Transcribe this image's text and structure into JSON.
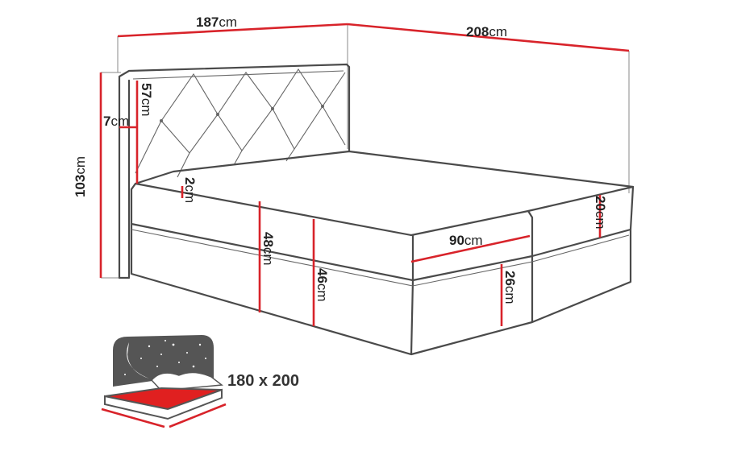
{
  "dimensions": {
    "width": {
      "value": "187",
      "unit": "cm"
    },
    "length": {
      "value": "208",
      "unit": "cm"
    },
    "total_height": {
      "value": "103",
      "unit": "cm"
    },
    "headboard_height": {
      "value": "57",
      "unit": "cm"
    },
    "headboard_depth": {
      "value": "7",
      "unit": "cm"
    },
    "topper_thickness": {
      "value": "2",
      "unit": "cm"
    },
    "mattress_height_side": {
      "value": "20",
      "unit": "cm"
    },
    "mattress_width": {
      "value": "90",
      "unit": "cm"
    },
    "bed_height_total": {
      "value": "48",
      "unit": "cm"
    },
    "box_height": {
      "value": "46",
      "unit": "cm"
    },
    "base_height": {
      "value": "26",
      "unit": "cm"
    }
  },
  "sleeping_area": {
    "label": "180 x 200"
  },
  "colors": {
    "dimension_line": "#d8232a",
    "outline": "#4a4a4a",
    "icon_dark": "#555555",
    "icon_highlight": "#e02020"
  }
}
